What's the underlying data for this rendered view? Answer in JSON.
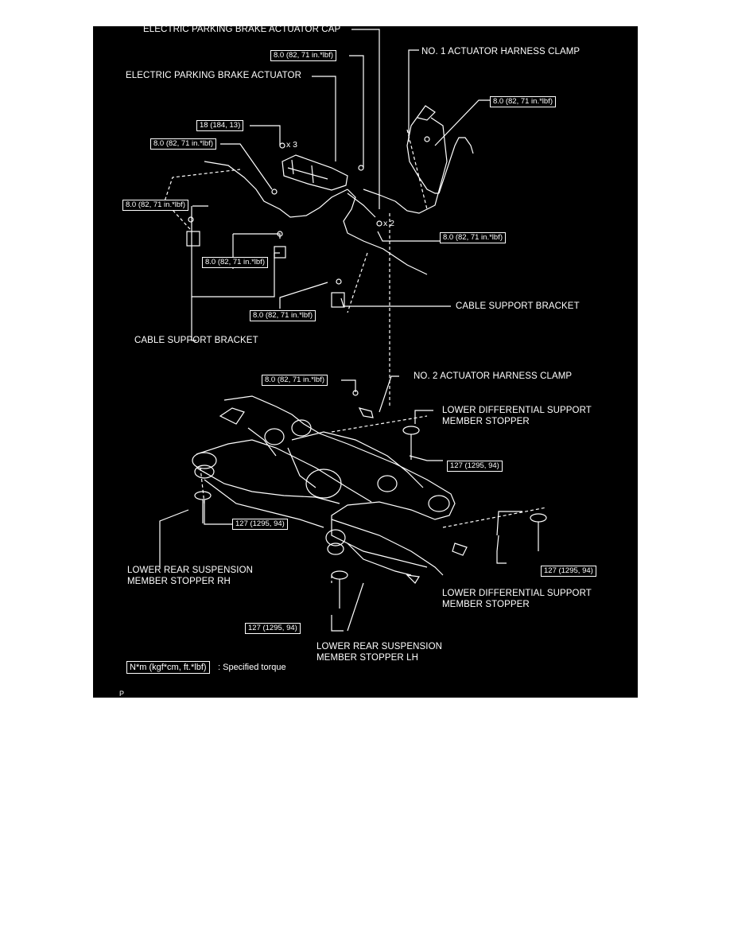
{
  "labels": {
    "actuator_cap": "ELECTRIC PARKING BRAKE ACTUATOR CAP",
    "actuator": "ELECTRIC PARKING BRAKE ACTUATOR",
    "harness_clamp_1": "NO. 1 ACTUATOR HARNESS CLAMP",
    "harness_clamp_2": "NO. 2 ACTUATOR HARNESS CLAMP",
    "cable_bracket_right": "CABLE SUPPORT BRACKET",
    "cable_bracket_left": "CABLE SUPPORT BRACKET",
    "diff_stopper_upper_1": "LOWER DIFFERENTIAL SUPPORT",
    "diff_stopper_upper_2": "MEMBER STOPPER",
    "diff_stopper_lower_1": "LOWER DIFFERENTIAL SUPPORT",
    "diff_stopper_lower_2": "MEMBER STOPPER",
    "stopper_rh_1": "LOWER REAR SUSPENSION",
    "stopper_rh_2": "MEMBER STOPPER RH",
    "stopper_lh_1": "LOWER REAR SUSPENSION",
    "stopper_lh_2": "MEMBER STOPPER LH"
  },
  "torques": {
    "cap": "8.0 (82, 71 in.*lbf)",
    "clamp1": "8.0 (82, 71 in.*lbf)",
    "actuator_nuts": "18 (184, 13)",
    "left_cable": "8.0 (82, 71 in.*lbf)",
    "left_bracket": "8.0 (82, 71 in.*lbf)",
    "center_bracket": "8.0 (82, 71 in.*lbf)",
    "right_cable": "8.0 (82, 71 in.*lbf)",
    "right_bracket": "8.0 (82, 71 in.*lbf)",
    "clamp2": "8.0 (82, 71 in.*lbf)",
    "diff_upper": "127 (1295, 94)",
    "rh_stopper": "127 (1295, 94)",
    "diff_lower": "127 (1295, 94)",
    "lh_stopper": "127 (1295, 94)"
  },
  "quantities": {
    "nuts_x3": "x 3",
    "nuts_x2": "x 2"
  },
  "legend": {
    "unit_box": "N*m (kgf*cm, ft.*lbf)",
    "text": ": Specified torque"
  },
  "footer_code": "P"
}
